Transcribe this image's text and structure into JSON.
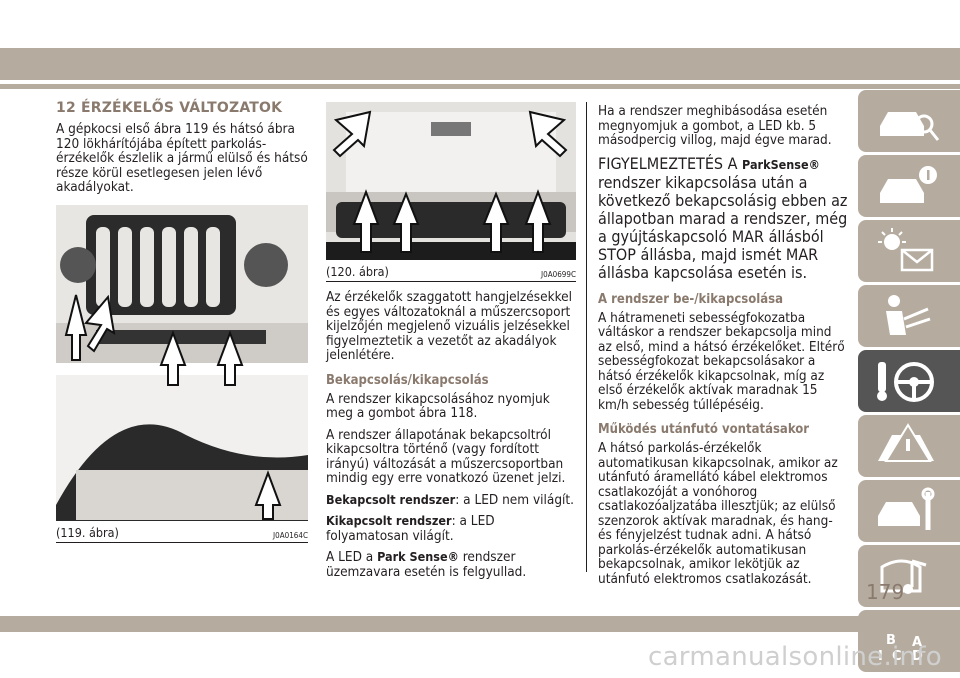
{
  "section_title": "12 ÉRZÉKELŐS VÁLTOZATOK",
  "col1": {
    "intro": "A gépkocsi első ábra 119 és hátsó ábra 120 lökhárítójába épített parkolás-érzékelők észlelik a jármű elülső és hátsó része körül esetlegesen jelen lévő akadályokat.",
    "fig_label": "(119. ábra)",
    "fig_code": "J0A0164C"
  },
  "col2": {
    "fig_label": "(120. ábra)",
    "fig_code": "J0A0699C",
    "p1": "Az érzékelők szaggatott hangjelzésekkel és egyes változatoknál a műszercsoport kijelzőjén megjelenő vizuális jelzésekkel figyelmeztetik a vezetőt az akadályok jelenlétére.",
    "sub1": "Bekapcsolás/kikapcsolás",
    "p2": "A rendszer kikapcsolásához nyomjuk meg a gombot ábra 118.",
    "p3": "A rendszer állapotának bekapcsoltról kikapcsoltra történő (vagy fordított irányú) változását a műszercsoportban mindig egy erre vonatkozó üzenet jelzi.",
    "p4_bold": "Bekapcsolt rendszer",
    "p4_rest": ": a LED nem világít.",
    "p5_bold": "Kikapcsolt rendszer",
    "p5_rest": ": a LED folyamatosan világít.",
    "p6_a": "A LED a ",
    "p6_bold": "Park Sense®",
    "p6_c": " rendszer üzemzavara esetén is felgyullad."
  },
  "col3": {
    "p1": "Ha a rendszer meghibásodása esetén megnyomjuk a gombot, a LED kb. 5 másodpercig villog, majd égve marad.",
    "warn_a": "FIGYELMEZTETÉS A ",
    "warn_bold": "ParkSense®",
    "warn_c": " rendszer kikapcsolása után a következő bekapcsolásig ebben az állapotban marad a rendszer, még a gyújtáskapcsoló MAR állásból STOP állásba, majd ismét MAR állásba kapcsolása esetén is.",
    "sub1": "A rendszer be-/kikapcsolása",
    "p2": "A hátrameneti sebességfokozatba váltáskor a rendszer bekapcsolja mind az első, mind a hátsó érzékelőket. Eltérő sebességfokozat bekapcsolásakor a hátsó érzékelők kikapcsolnak, míg az első érzékelők aktívak maradnak 15 km/h sebesség túllépéséig.",
    "sub2": "Működés utánfutó vontatásakor",
    "p3": "A hátsó parkolás-érzékelők automatikusan kikapcsolnak, amikor az utánfutó áramellátó kábel elektromos csatlakozóját a vonóhorog csatlakozóaljzatába illesztjük; az elülső szenzorok aktívak maradnak, és hang- és fényjelzést tudnak adni. A hátsó parkolás-érzékelők automatikusan bekapcsolnak, amikor lekötjük az utánfutó elektromos csatlakozását."
  },
  "page_number": "179",
  "watermark": "carmanualsonline.info",
  "tabs": [
    "car-search-icon",
    "car-info-icon",
    "warning-lights-icon",
    "seat-airbag-icon",
    "key-steering-icon",
    "road-warning-icon",
    "car-wrench-icon",
    "media-icon",
    "alphabet-index-icon"
  ],
  "colors": {
    "band": "#b5ac9f",
    "title": "#8a7a6e",
    "active_tab": "#555555"
  }
}
